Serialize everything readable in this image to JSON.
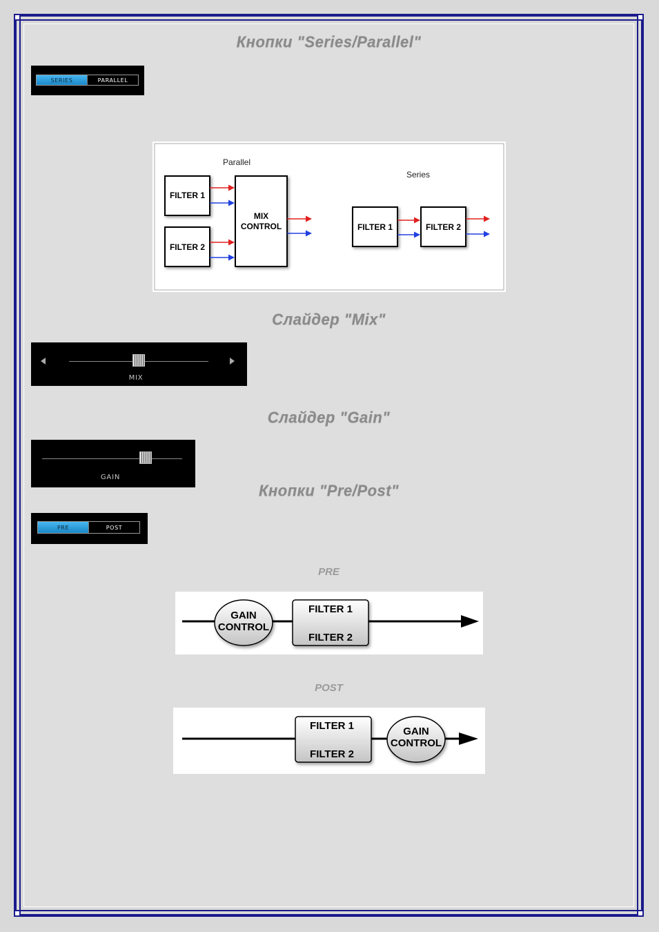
{
  "headings": {
    "series_parallel": "Кнопки \"Series/Parallel\"",
    "mix": "Слайдер \"Mix\"",
    "gain": "Слайдер \"Gain\"",
    "pre_post": "Кнопки \"Pre/Post\""
  },
  "series_parallel_toggle": {
    "series": "SERIES",
    "parallel": "PARALLEL",
    "active": "series"
  },
  "routing_diagram": {
    "parallel_title": "Parallel",
    "series_title": "Series",
    "filter1": "FILTER 1",
    "filter2": "FILTER 2",
    "mix_line1": "MIX",
    "mix_line2": "CONTROL"
  },
  "mix_slider": {
    "label": "MIX",
    "value": 0.5
  },
  "gain_slider": {
    "label": "GAIN",
    "value": 0.74
  },
  "pre_post_toggle": {
    "pre": "PRE",
    "post": "POST",
    "active": "pre"
  },
  "pre_caption": "PRE",
  "post_caption": "POST",
  "flow_diagram": {
    "gain_line1": "GAIN",
    "gain_line2": "CONTROL",
    "filter1": "FILTER 1",
    "filter2": "FILTER 2"
  },
  "colors": {
    "frame": "#1a1a8c",
    "toggle_active": "#2ea3e0",
    "arrow_red": "#e02020",
    "arrow_blue": "#2040e0"
  }
}
